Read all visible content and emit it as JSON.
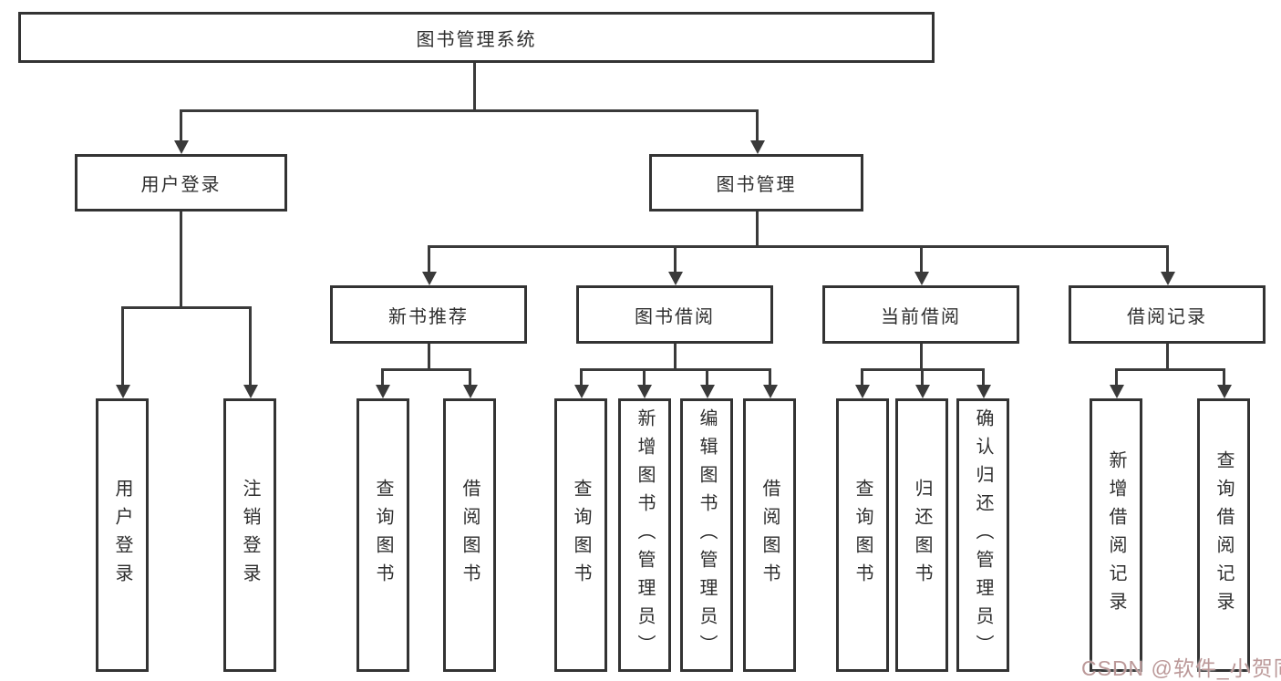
{
  "diagram": {
    "root": {
      "label": "图书管理系统"
    },
    "branches": [
      {
        "label": "用户登录",
        "children": [
          {
            "label": "用户登录"
          },
          {
            "label": "注销登录"
          }
        ]
      },
      {
        "label": "图书管理",
        "children": [
          {
            "label": "新书推荐",
            "children": [
              {
                "label": "查询图书"
              },
              {
                "label": "借阅图书"
              }
            ]
          },
          {
            "label": "图书借阅",
            "children": [
              {
                "label": "查询图书"
              },
              {
                "label": "新增图书（管理员）"
              },
              {
                "label": "编辑图书（管理员）"
              },
              {
                "label": "借阅图书"
              }
            ]
          },
          {
            "label": "当前借阅",
            "children": [
              {
                "label": "查询图书"
              },
              {
                "label": "归还图书"
              },
              {
                "label": "确认归还（管理员）"
              }
            ]
          },
          {
            "label": "借阅记录",
            "children": [
              {
                "label": "新增借阅记录"
              },
              {
                "label": "查询借阅记录"
              }
            ]
          }
        ]
      }
    ],
    "watermark": "CSDN @软件_小贺同学",
    "colors": {
      "border": "#333333",
      "line": "#3a3a3a",
      "text": "#2e2e2e",
      "watermark": "#bb9898",
      "background": "#ffffff"
    }
  }
}
